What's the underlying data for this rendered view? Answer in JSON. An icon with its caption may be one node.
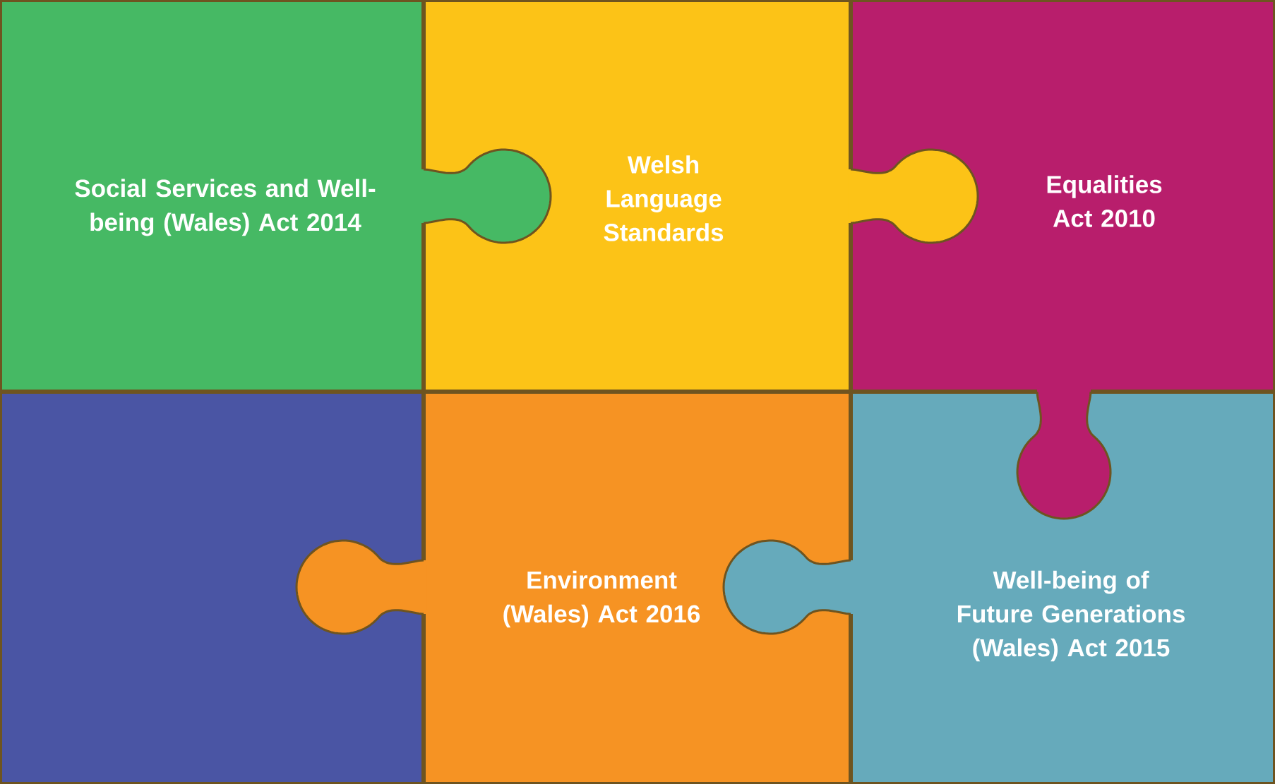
{
  "diagram": {
    "nodes": [
      {
        "text": [
          "Social Services and Well-being (Wales) Act 2014"
        ]
      },
      {
        "text": [
          "Welsh Language Standards"
        ]
      },
      {
        "text": [
          "Equalities Act 2010"
        ]
      },
      {
        "text": [],
        "shape": "box"
      },
      {
        "text": [
          "Environment (Wales) Act 2016"
        ]
      },
      {
        "text": [
          "Well-being of Future Generations (Wales) Act 2015"
        ]
      }
    ]
  }
}
